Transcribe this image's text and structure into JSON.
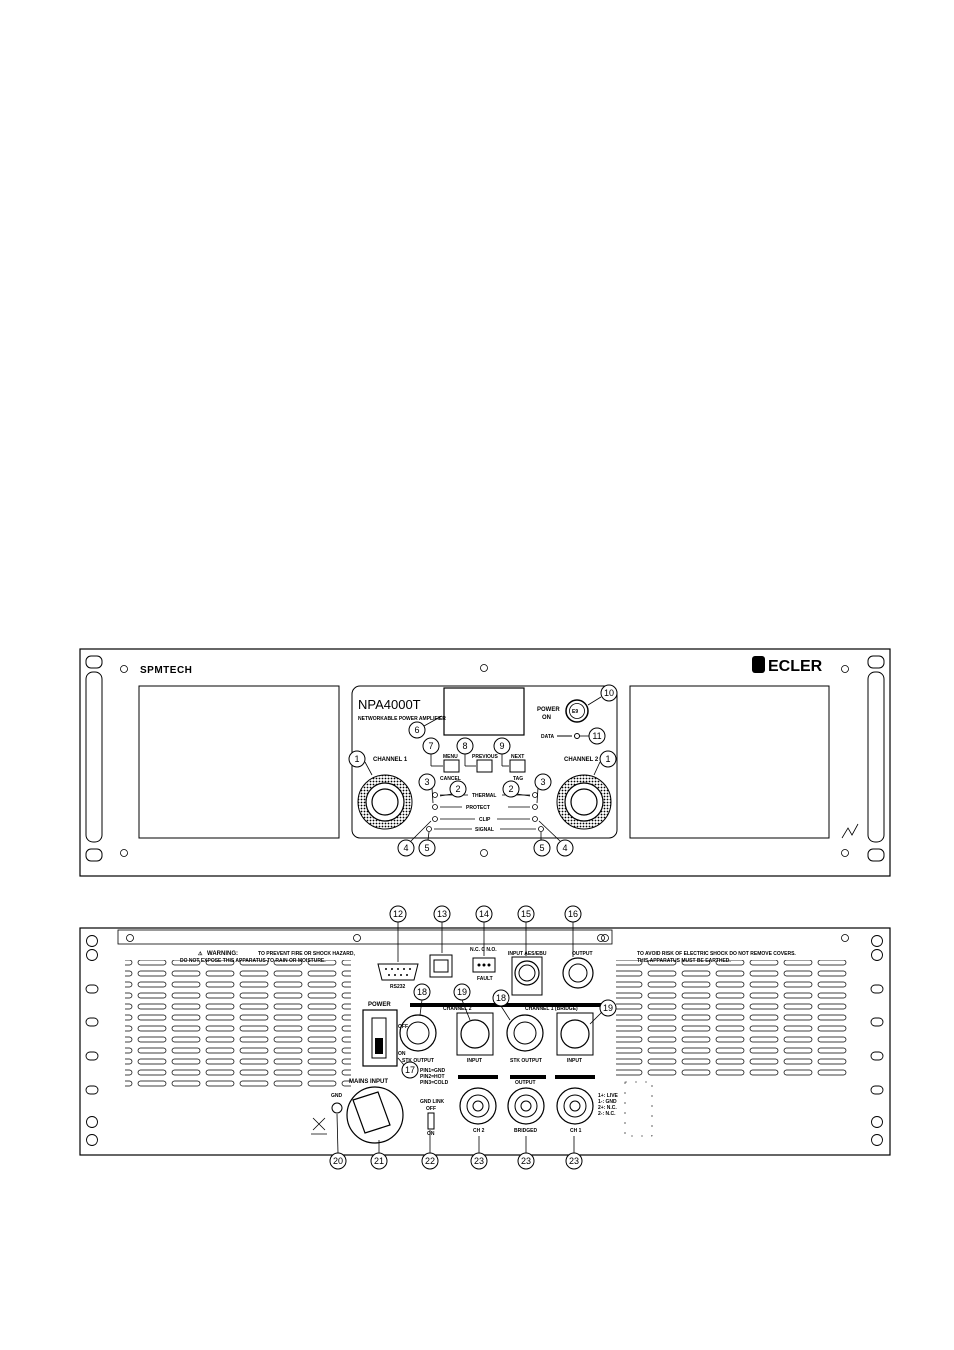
{
  "front_panel": {
    "brand_left": "SPMTECH",
    "brand_right": "ECLER",
    "model": "NPA4000T",
    "model_subtitle": "NETWORKABLE POWER AMPLIFIER",
    "power_label_1": "POWER",
    "power_label_2": "ON",
    "power_button_text": "E9",
    "data_label": "DATA",
    "channel1_label": "CHANNEL 1",
    "channel2_label": "CHANNEL 2",
    "menu_label": "MENU",
    "cancel_label": "CANCEL",
    "previous_label": "PREVIOUS",
    "next_label": "NEXT",
    "tag_label": "TAG",
    "led_labels": [
      "THERMAL",
      "PROTECT",
      "CLIP",
      "SIGNAL"
    ]
  },
  "rear_panel": {
    "warning_title": "WARNING:",
    "warning_line1": "TO PREVENT FIRE OR SHOCK HAZARD,",
    "warning_line2": "DO NOT EXPOSE THIS APPARATUS TO RAIN OR MOISTURE.",
    "warning_right_1": "TO AVOID RISK OF ELECTRIC SHOCK DO NOT REMOVE COVERS.",
    "warning_right_2": "THIS APPARATUS MUST BE EARTHED.",
    "rs232_label": "RS232",
    "fault_label": "FAULT",
    "fault_contacts": "N.C. C N.O.",
    "aes_label": "INPUT AES/EBU",
    "output_label": "OUTPUT",
    "channel2_label": "CHANNEL 2",
    "channel1_bridge_label": "CHANNEL 1 (BRIDGE)",
    "stk_output": "STK OUTPUT",
    "input_label": "INPUT",
    "power_label": "POWER",
    "off_label": "OFF",
    "on_label": "ON",
    "pin_legend": [
      "PIN1=GND",
      "PIN2=HOT",
      "PIN3=COLD"
    ],
    "mains_input": "MAINS INPUT",
    "gnd_label": "GND",
    "gnd_link": "GND LINK",
    "gnd_link_off": "OFF",
    "gnd_link_on": "ON",
    "output_center": "OUTPUT",
    "ch2_label": "CH 2",
    "bridged_label": "BRIDGED",
    "ch1_label": "CH 1",
    "speakon_legend": [
      "1+: LIVE",
      "1-: GND",
      "2+: N.C.",
      "2-: N.C."
    ]
  },
  "callouts_front": [
    "1",
    "1",
    "2",
    "2",
    "3",
    "3",
    "4",
    "4",
    "5",
    "5",
    "6",
    "7",
    "8",
    "9",
    "10",
    "11"
  ],
  "callouts_rear": [
    "12",
    "13",
    "14",
    "15",
    "16",
    "17",
    "18",
    "18",
    "19",
    "19",
    "20",
    "21",
    "22",
    "23",
    "23",
    "23"
  ]
}
